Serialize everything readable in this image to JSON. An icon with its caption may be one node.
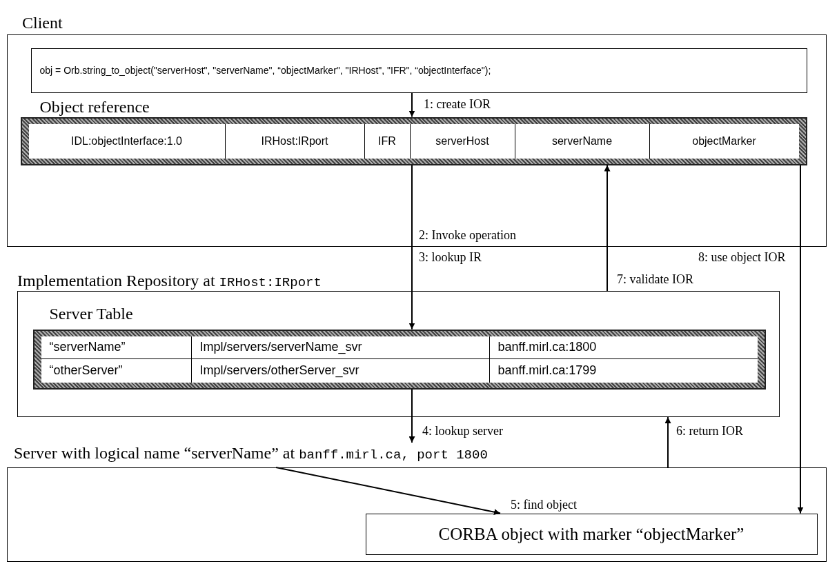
{
  "diagram": {
    "nodes": [
      {
        "text": [
          "Client"
        ]
      },
      {
        "text": [
          "obj = Orb.string_to_object(\"serverHost\", \"serverName\", “objectMarker\", \"IRHost\", \"IFR\", “objectInterface\");"
        ],
        "in": 0
      },
      {
        "text": [
          "Object reference"
        ],
        "in": 0
      },
      {
        "text": [
          "IDL:objectInterface:1.0"
        ],
        "in": 2
      },
      {
        "text": [
          "IRHost:IRport"
        ],
        "in": 2
      },
      {
        "text": [
          "IFR"
        ],
        "in": 2
      },
      {
        "text": [
          "serverHost"
        ],
        "in": 2
      },
      {
        "text": [
          "serverName"
        ],
        "in": 2
      },
      {
        "text": [
          "objectMarker"
        ],
        "in": 2
      },
      {
        "text": [
          "Implementation Repository at",
          "IRHost:IRport"
        ]
      },
      {
        "text": [
          "Server Table"
        ],
        "in": 9
      },
      {
        "text": [
          "“serverName”"
        ],
        "in": 10
      },
      {
        "text": [
          "Impl/servers/serverName_svr"
        ],
        "in": 10
      },
      {
        "text": [
          "banff.mirl.ca:1800"
        ],
        "in": 10
      },
      {
        "text": [
          "“otherServer”"
        ],
        "in": 10
      },
      {
        "text": [
          "Impl/servers/otherServer_svr"
        ],
        "in": 10
      },
      {
        "text": [
          "banff.mirl.ca:1799"
        ],
        "in": 10
      },
      {
        "text": [
          "Server with logical name “serverName” at",
          "banff.mirl.ca, port 1800"
        ]
      },
      {
        "text": [
          "CORBA object with marker “objectMarker”"
        ],
        "in": 17
      }
    ],
    "edges": [
      {
        "from": 1,
        "to": 2,
        "arrow": "to",
        "label": "1: create IOR"
      },
      {
        "from": 2,
        "to": 10,
        "arrow": "to",
        "label": "2: Invoke operation"
      },
      {
        "from": 10,
        "to": 17,
        "arrow": "to",
        "label": "4: lookup server"
      },
      {
        "from": 17,
        "to": 18,
        "arrow": "to",
        "label": "5: find object"
      },
      {
        "from": 17,
        "to": 9,
        "arrow": "to",
        "label": "6: return IOR"
      },
      {
        "from": 9,
        "to": 2,
        "arrow": "to",
        "label": "7: validate IOR"
      },
      {
        "from": 2,
        "to": 18,
        "arrow": "to",
        "label": "8: use object IOR"
      }
    ],
    "labels": [
      "3: lookup IR"
    ]
  }
}
